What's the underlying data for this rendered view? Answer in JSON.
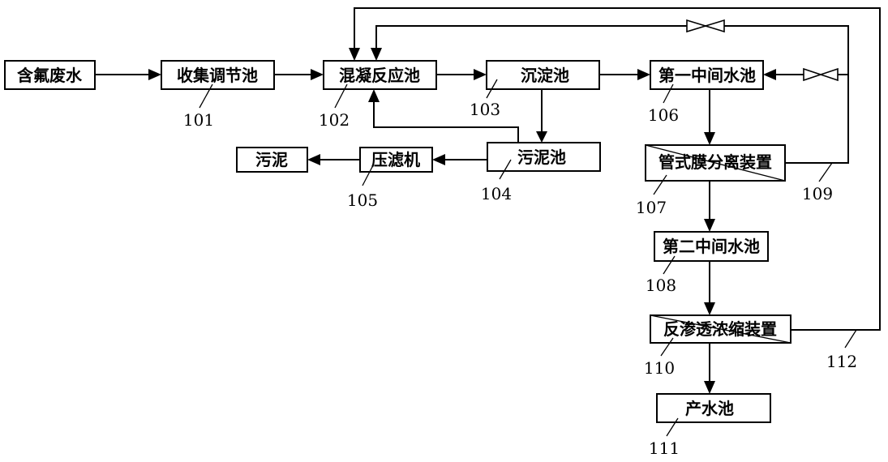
{
  "nodes": {
    "n_waste": {
      "label": "含氟废水"
    },
    "n101": {
      "label": "收集调节池",
      "num": "101"
    },
    "n102": {
      "label": "混凝反应池",
      "num": "102"
    },
    "n103": {
      "label": "沉淀池",
      "num": "103"
    },
    "n104": {
      "label": "污泥池",
      "num": "104"
    },
    "n105": {
      "label": "压滤机",
      "num": "105"
    },
    "n_sludge": {
      "label": "污泥"
    },
    "n106": {
      "label": "第一中间水池",
      "num": "106"
    },
    "n107": {
      "label": "管式膜分离装置",
      "num": "107"
    },
    "n108": {
      "label": "第二中间水池",
      "num": "108"
    },
    "n110": {
      "label": "反渗透浓缩装置",
      "num": "110"
    },
    "n111": {
      "label": "产水池",
      "num": "111"
    }
  },
  "lines": {
    "l109": {
      "num": "109"
    },
    "l112": {
      "num": "112"
    }
  }
}
